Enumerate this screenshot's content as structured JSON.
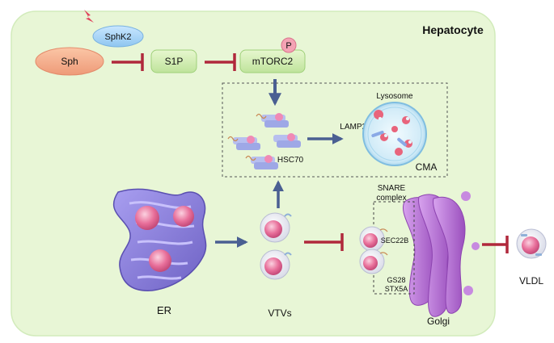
{
  "cell_label": "Hepatocyte",
  "nodes": {
    "sphk2": "SphK2",
    "sph": "Sph",
    "s1p": "S1P",
    "mtorc2": "mTORC2",
    "phospho": "P",
    "hsc70": "HSC70",
    "lamp2a": "LAMP2A",
    "lysosome": "Lysosome",
    "cma": "CMA",
    "snare_line1": "SNARE",
    "snare_line2": "complex",
    "sec22b": "SEC22B",
    "gs28": "GS28",
    "stx5a": "STX5A",
    "er": "ER",
    "vtvs": "VTVs",
    "golgi": "Golgi",
    "vldl": "VLDL"
  },
  "colors": {
    "cell_fill": "#e8f6d6",
    "activate_arrow": "#4a5f92",
    "inhibit_arrow": "#b0283c",
    "er": "#8a7fd6",
    "golgi": "#b56ad0",
    "cargo": "#e86f9a"
  }
}
